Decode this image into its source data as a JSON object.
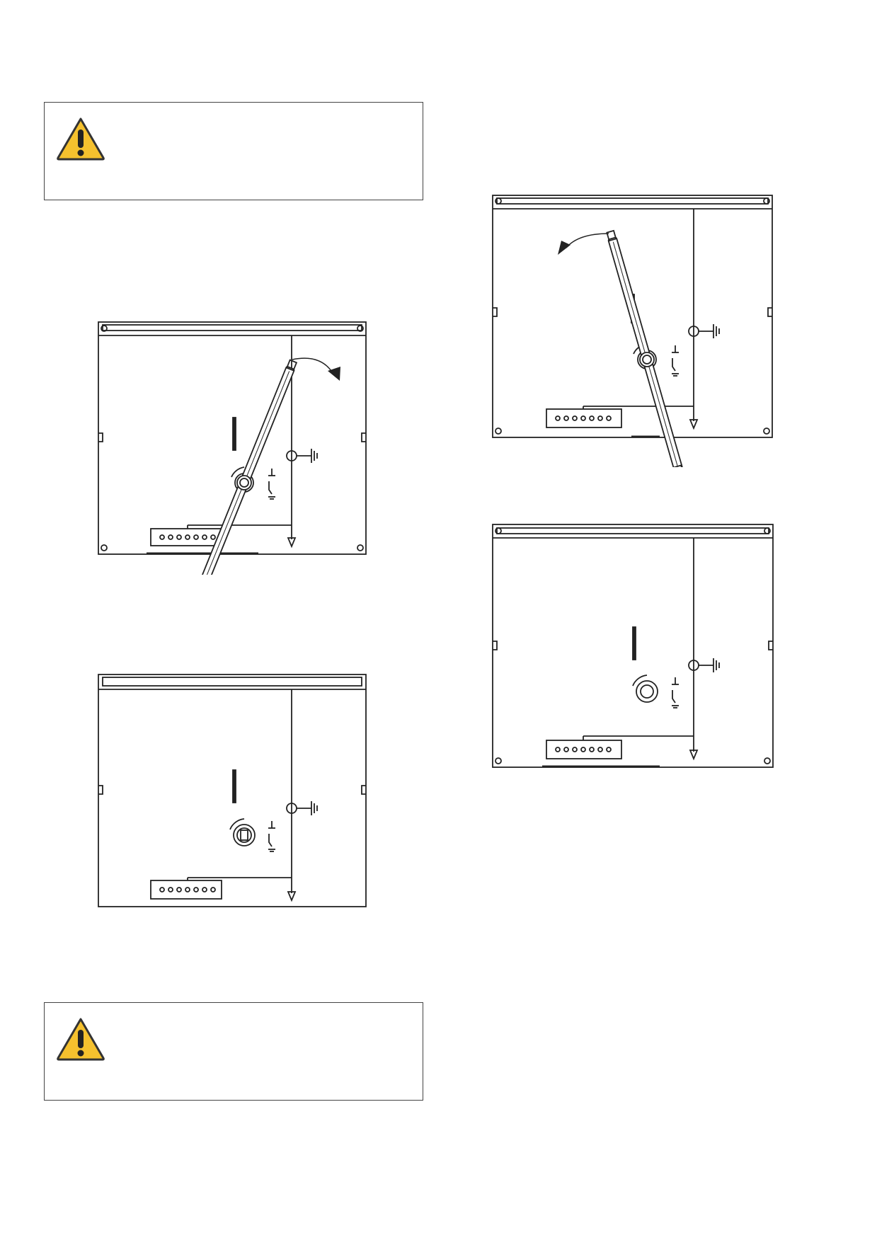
{
  "caution_boxes": [
    {
      "icon": "warning-triangle-icon",
      "text": "",
      "color": "#F5C12E"
    },
    {
      "icon": "warning-triangle-icon",
      "text": "",
      "color": "#F5C12E"
    }
  ],
  "figures": [
    {
      "id": "fig-rotate-clockwise",
      "handle": "inserted",
      "rotation_arrow": "clockwise"
    },
    {
      "id": "fig-handle-removed-left",
      "handle": "removed",
      "rotation_arrow": "none"
    },
    {
      "id": "fig-rotate-counterclockwise",
      "handle": "inserted",
      "rotation_arrow": "counterclockwise"
    },
    {
      "id": "fig-handle-removed-right",
      "handle": "removed",
      "rotation_arrow": "none"
    }
  ]
}
